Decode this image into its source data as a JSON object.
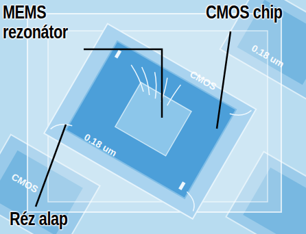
{
  "diagram": {
    "labels": [
      "MEMS rezonátor",
      "CMOS chip",
      "Réz alap",
      "CMOS",
      "0.18 um",
      "CMOS",
      "0.18 um"
    ]
  }
}
